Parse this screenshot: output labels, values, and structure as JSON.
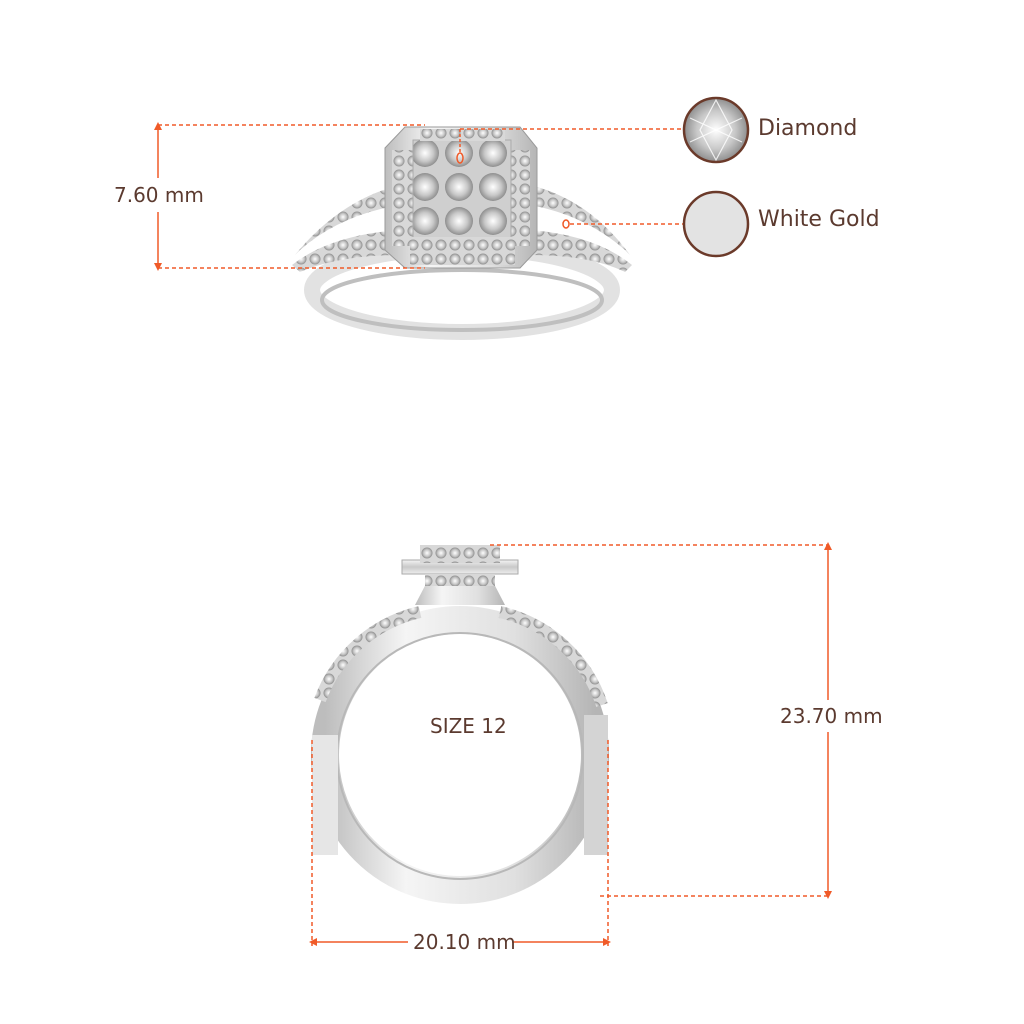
{
  "colors": {
    "accent": "#f05a28",
    "text": "#5b3a2f",
    "metal": "#d9d9d9"
  },
  "top_view": {
    "height_label": "7.60 mm"
  },
  "legend": [
    {
      "label": "Diamond",
      "icon": "diamond-swatch-icon"
    },
    {
      "label": "White Gold",
      "icon": "white-gold-swatch-icon"
    }
  ],
  "side_view": {
    "size_label": "SIZE 12",
    "height_label": "23.70 mm",
    "width_label": "20.10 mm"
  }
}
